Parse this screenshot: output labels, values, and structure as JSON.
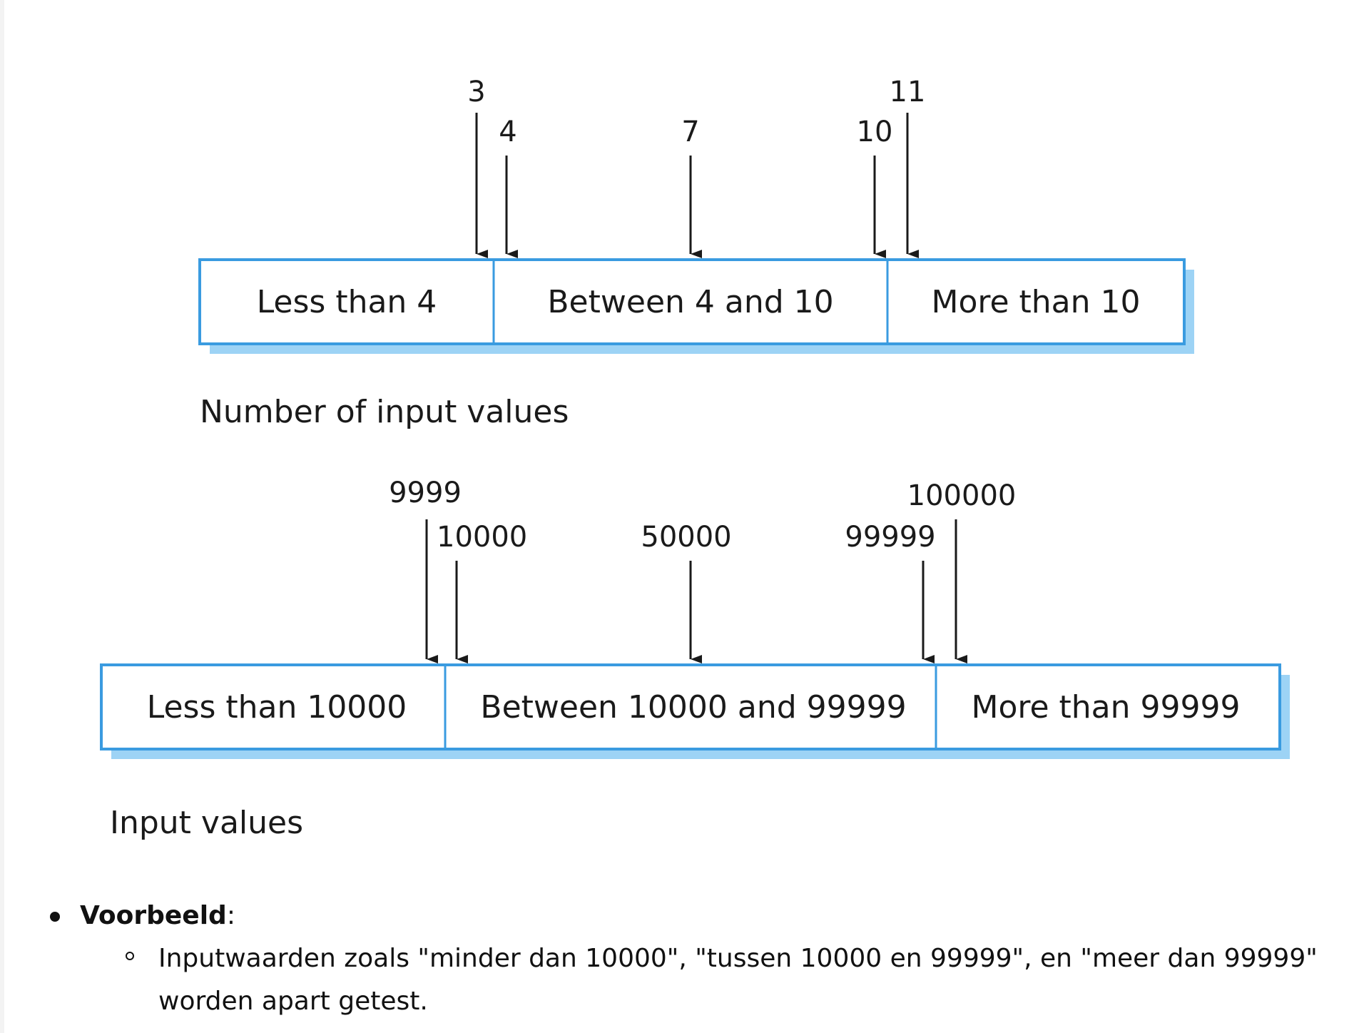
{
  "diagrams": [
    {
      "caption": "Number of input values",
      "partitions": [
        "Less than 4",
        "Between 4 and 10",
        "More than 10"
      ],
      "test_values": [
        "3",
        "4",
        "7",
        "10",
        "11"
      ]
    },
    {
      "caption": "Input values",
      "partitions": [
        "Less than 10000",
        "Between 10000 and 99999",
        "More than 99999"
      ],
      "test_values": [
        "9999",
        "10000",
        "50000",
        "99999",
        "100000"
      ]
    }
  ],
  "example": {
    "label": "Voorbeeld",
    "punct": ":",
    "text": "Inputwaarden zoals \"minder dan 10000\", \"tussen 10000 en 99999\", en \"meer dan 99999\" worden apart getest."
  },
  "colors": {
    "box_stroke": "#3a9be0",
    "box_shadow": "#9dd3f5",
    "arrow": "#1a1a1a"
  }
}
